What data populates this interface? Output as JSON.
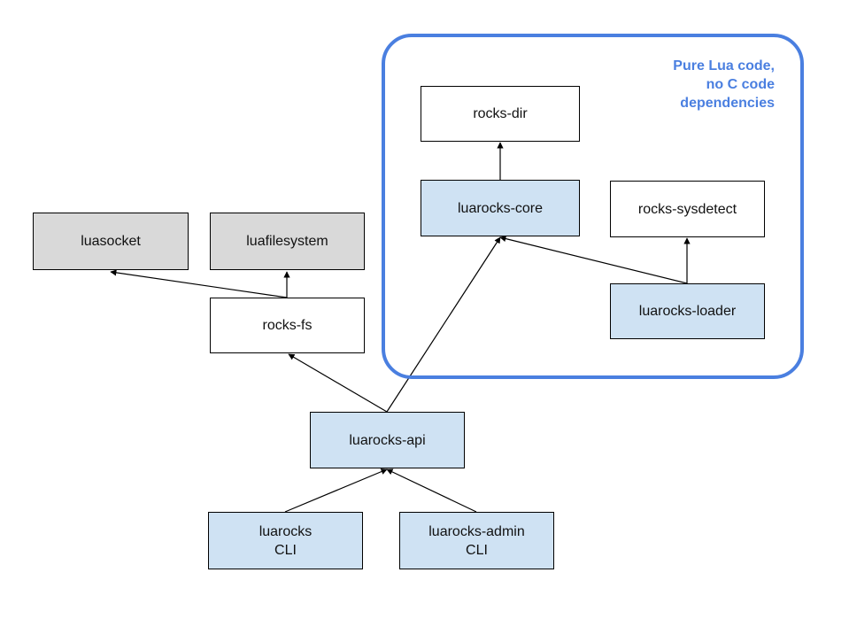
{
  "region": {
    "label": "Pure Lua code,\nno C code\ndependencies",
    "color": "#4a7fe0"
  },
  "colors": {
    "module_fill": "#ffffff",
    "luarocks_fill": "#cfe2f3",
    "external_fill": "#d9d9d9",
    "border": "#000000"
  },
  "nodes": {
    "rocks_dir": "rocks-dir",
    "luarocks_core": "luarocks-core",
    "rocks_sysdetect": "rocks-sysdetect",
    "luarocks_loader": "luarocks-loader",
    "luasocket": "luasocket",
    "luafilesystem": "luafilesystem",
    "rocks_fs": "rocks-fs",
    "luarocks_api": "luarocks-api",
    "luarocks_cli": "luarocks\nCLI",
    "luarocks_admin_cli": "luarocks-admin\nCLI"
  },
  "edges": [
    {
      "from": "luarocks-core",
      "to": "rocks-dir"
    },
    {
      "from": "luarocks-loader",
      "to": "rocks-sysdetect"
    },
    {
      "from": "luarocks-loader",
      "to": "luarocks-core"
    },
    {
      "from": "rocks-fs",
      "to": "luasocket"
    },
    {
      "from": "rocks-fs",
      "to": "luafilesystem"
    },
    {
      "from": "luarocks-api",
      "to": "rocks-fs"
    },
    {
      "from": "luarocks-api",
      "to": "luarocks-core"
    },
    {
      "from": "luarocks CLI",
      "to": "luarocks-api"
    },
    {
      "from": "luarocks-admin CLI",
      "to": "luarocks-api"
    }
  ]
}
